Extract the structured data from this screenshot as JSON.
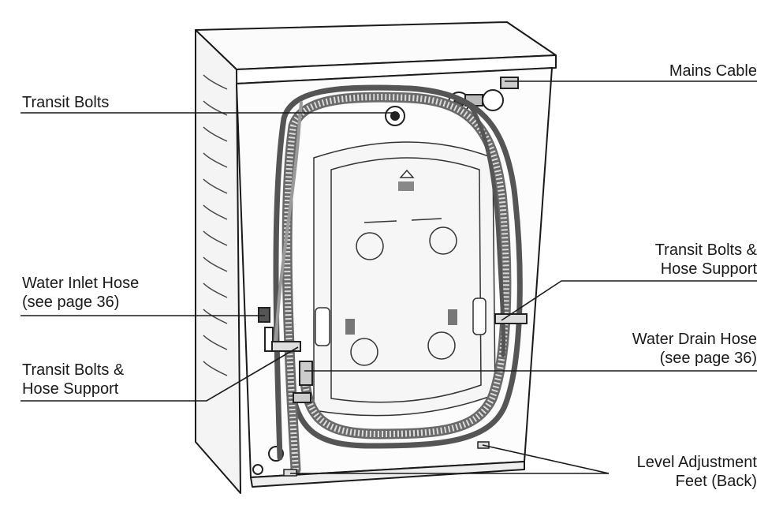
{
  "labels": {
    "transit_bolts_top": "Transit Bolts",
    "water_inlet_hose": [
      "Water Inlet Hose",
      "(see page 36)"
    ],
    "transit_bolts_hose_support_left": [
      "Transit Bolts &",
      "Hose Support"
    ],
    "mains_cable": "Mains Cable",
    "transit_bolts_hose_support_right": [
      "Transit Bolts &",
      "Hose Support"
    ],
    "water_drain_hose": [
      "Water Drain Hose",
      "(see page 36)"
    ],
    "level_adjustment_feet": [
      "Level Adjustment",
      "Feet (Back)"
    ]
  },
  "colors": {
    "line": "#1a1a1a",
    "hose_dark": "#555555",
    "hose_light": "#9a9a9a",
    "panel": "#f6f6f6"
  }
}
